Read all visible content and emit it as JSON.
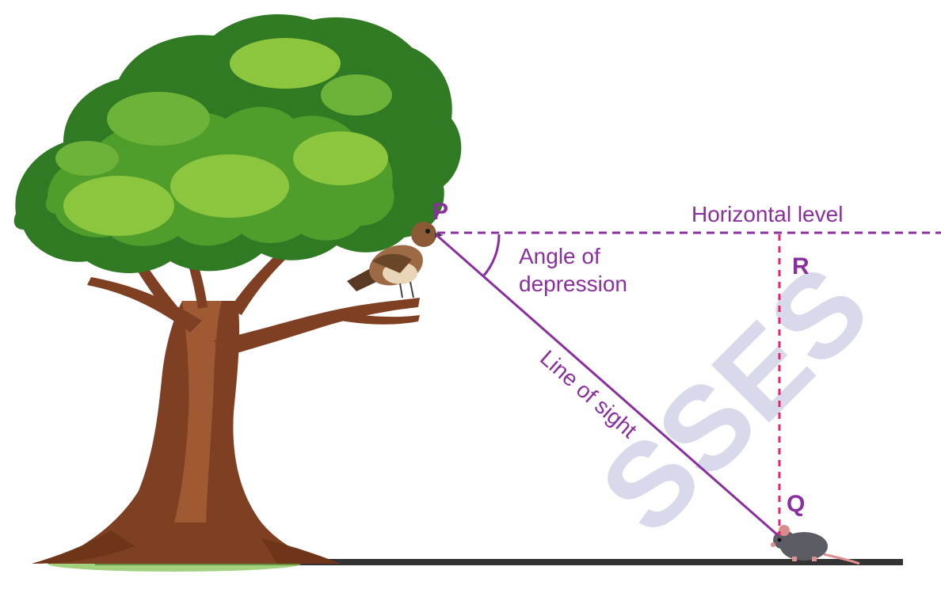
{
  "labels": {
    "p": "P",
    "q": "Q",
    "r": "R",
    "horizontal": "Horizontal level",
    "angle_line1": "Angle of",
    "angle_line2": "depression",
    "line_of_sight": "Line of sight"
  },
  "watermark": "SSES",
  "colors": {
    "purple": "#8a2f9e",
    "pink": "#e0266f",
    "watermark": "#c9cce3",
    "ground": "#3a3a3a",
    "trunk": "#8a4a2a",
    "foliage_dark": "#2f7a22",
    "foliage_mid": "#4f9e2c",
    "foliage_light": "#8cc63f"
  },
  "icons": [
    "tree-icon",
    "bird-icon",
    "mouse-icon"
  ]
}
